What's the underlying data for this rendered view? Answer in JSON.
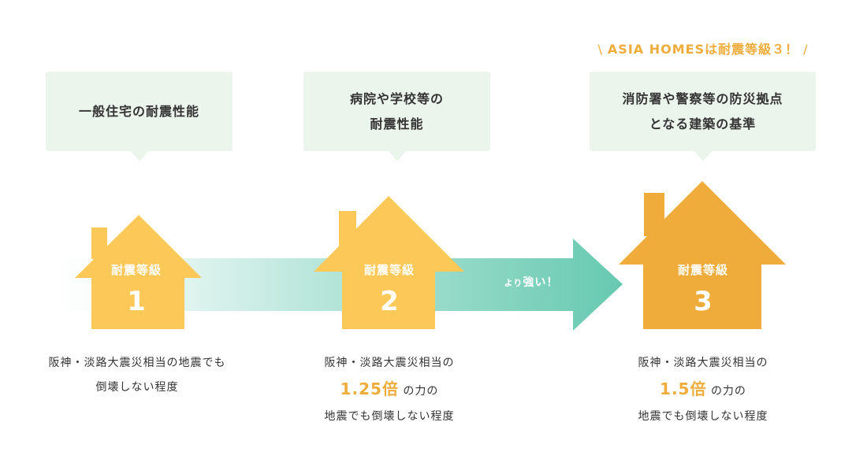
{
  "colors": {
    "house_light": "#fcc857",
    "house_strong": "#efac3b",
    "arrow_teal": "#66c9b0",
    "bubble_bg": "#ecf5ec",
    "accent_text": "#efac3b"
  },
  "tagline": {
    "text": "ASIA HOMESは耐震等級３！",
    "left_slash": "\\",
    "right_slash": "/"
  },
  "levels": [
    {
      "bubble_lines": [
        "一般住宅の耐震性能"
      ],
      "house_label": "耐震等級",
      "grade": "1",
      "desc_line1": "阪神・淡路大震災相当の地震でも",
      "desc_line2": "倒壊しない程度"
    },
    {
      "bubble_lines": [
        "病院や学校等の",
        "耐震性能"
      ],
      "house_label": "耐震等級",
      "grade": "2",
      "desc_line1": "阪神・淡路大震災相当の",
      "multiplier": "1.25倍",
      "desc_after_multiplier": "の力の",
      "desc_line3": "地震でも倒壊しない程度"
    },
    {
      "bubble_lines": [
        "消防署や警察等の防災拠点",
        "となる建築の基準"
      ],
      "house_label": "耐震等級",
      "grade": "3",
      "desc_line1": "阪神・淡路大震災相当の",
      "multiplier": "1.5倍",
      "desc_after_multiplier": "の力の",
      "desc_line3": "地震でも倒壊しない程度"
    }
  ],
  "arrow": {
    "label_small": "より",
    "label_main": "強い！"
  }
}
